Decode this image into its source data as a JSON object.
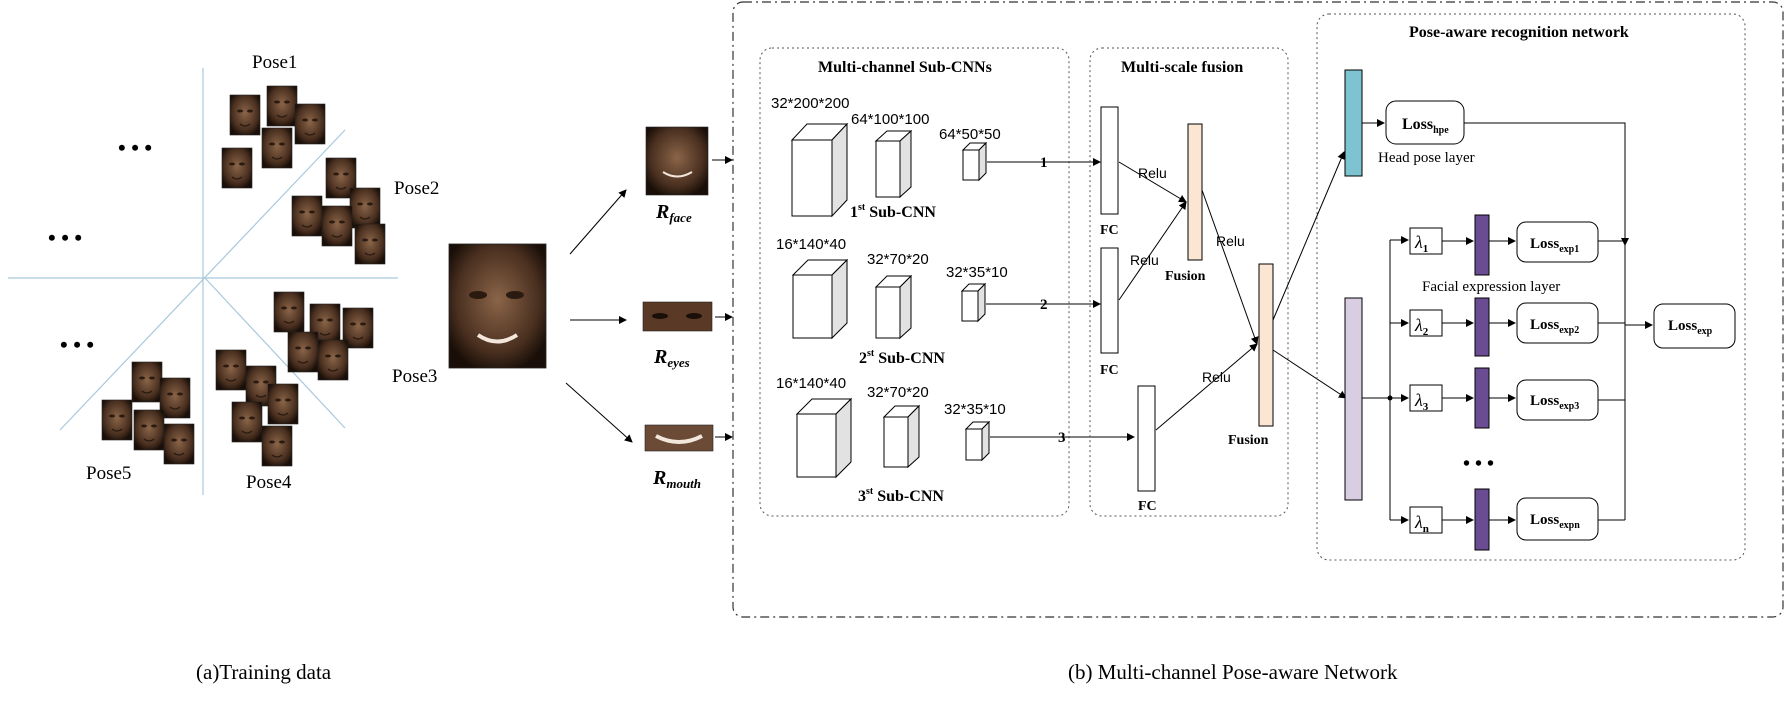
{
  "training": {
    "pose_labels": [
      "Pose1",
      "Pose2",
      "Pose3",
      "Pose4",
      "Pose5"
    ],
    "ellipsis": "• • •",
    "caption": "(a)Training data"
  },
  "regions": {
    "face": "face",
    "eyes": "eyes",
    "mouth": "mouth",
    "base": "R"
  },
  "network": {
    "caption": "(b) Multi-channel Pose-aware Network",
    "subcnn_panel": {
      "title": "Multi-channel Sub-CNNs",
      "rows": [
        {
          "dims": [
            "32*200*200",
            "64*100*100",
            "64*50*50"
          ],
          "ordinal": "1",
          "suffix": "st",
          "label": "Sub-CNN",
          "link": "1"
        },
        {
          "dims": [
            "16*140*40",
            "32*70*20",
            "32*35*10"
          ],
          "ordinal": "2",
          "suffix": "st",
          "label": "Sub-CNN",
          "link": "2"
        },
        {
          "dims": [
            "16*140*40",
            "32*70*20",
            "32*35*10"
          ],
          "ordinal": "3",
          "suffix": "st",
          "label": "Sub-CNN",
          "link": "3"
        }
      ]
    },
    "fusion_panel": {
      "title": "Multi-scale fusion",
      "fc": "FC",
      "relu": "Relu",
      "fusion": "Fusion"
    },
    "recognition_panel": {
      "title": "Pose-aware recognition network",
      "loss_base": "Loss",
      "hpe_sub": "hpe",
      "head_pose_layer": "Head pose layer",
      "facial_expression_layer": "Facial expression layer",
      "lambdas": [
        {
          "sym": "λ",
          "sub": "1"
        },
        {
          "sym": "λ",
          "sub": "2"
        },
        {
          "sym": "λ",
          "sub": "3"
        },
        {
          "sym": "λ",
          "sub": "n"
        }
      ],
      "exp_subs": [
        "exp1",
        "exp2",
        "exp3",
        "expn"
      ],
      "total_sub": "exp",
      "dots": "• • •"
    }
  },
  "colors": {
    "axis_line": "#a9c8dc",
    "head_pose_bar": "#7ec4d0",
    "expression_bar": "#d8cde3",
    "lambda_bar": "#6a4c93",
    "fusion_bar": "#fbe6d4",
    "face_skin": "#6b4a36"
  }
}
